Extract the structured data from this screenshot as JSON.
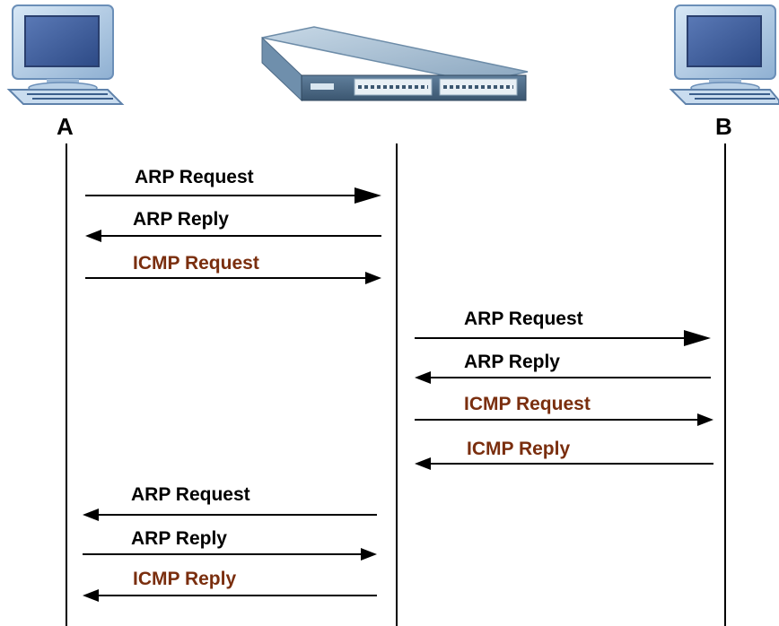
{
  "colors": {
    "arp": "#000000",
    "icmp": "#7a2e0e",
    "line": "#000000"
  },
  "nodes": {
    "a_label": "A",
    "b_label": "B",
    "a_icon": "computer-icon",
    "switch_icon": "switch-icon",
    "b_icon": "computer-icon"
  },
  "messages": [
    {
      "text": "ARP Request",
      "kind": "arp"
    },
    {
      "text": "ARP Reply",
      "kind": "arp"
    },
    {
      "text": "ICMP Request",
      "kind": "icmp"
    },
    {
      "text": "ARP Request",
      "kind": "arp"
    },
    {
      "text": "ARP Reply",
      "kind": "arp"
    },
    {
      "text": "ICMP Request",
      "kind": "icmp"
    },
    {
      "text": "ICMP Reply",
      "kind": "icmp"
    },
    {
      "text": "ARP Request",
      "kind": "arp"
    },
    {
      "text": "ARP Reply",
      "kind": "arp"
    },
    {
      "text": "ICMP Reply",
      "kind": "icmp"
    }
  ]
}
